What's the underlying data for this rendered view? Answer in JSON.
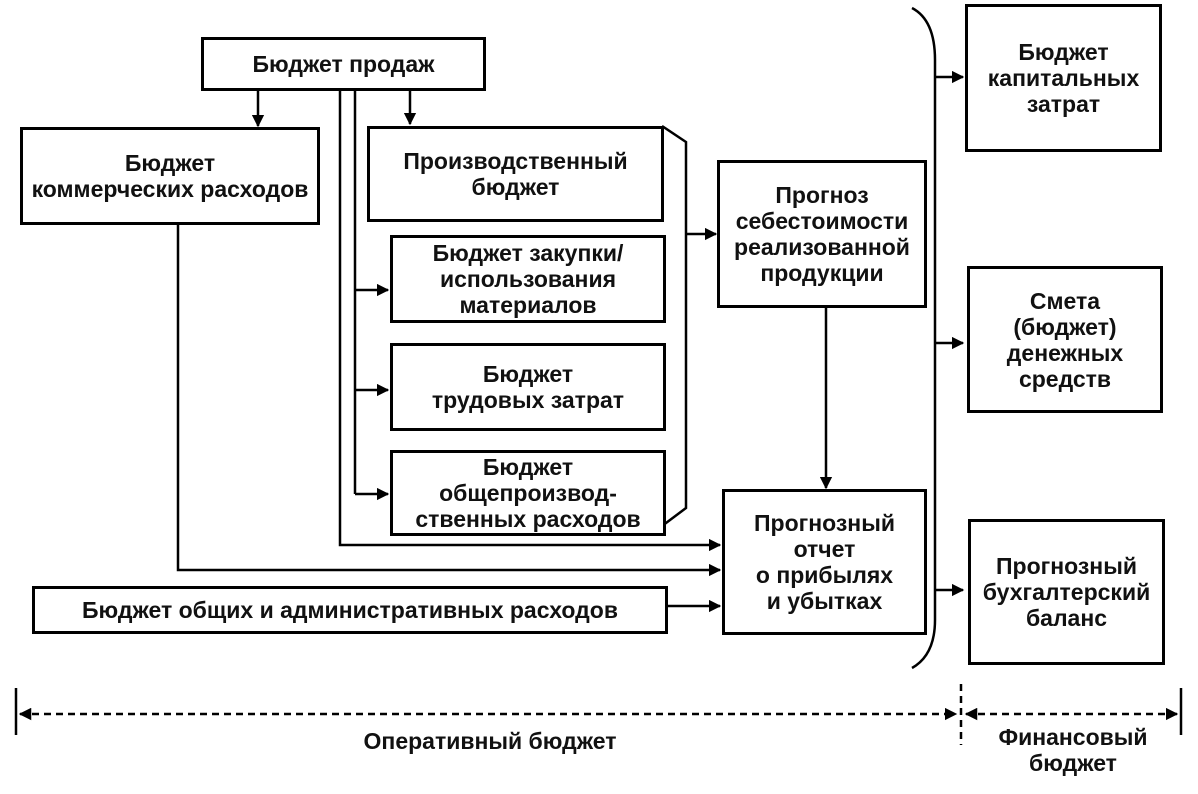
{
  "boxes": {
    "sales": "Бюджет продаж",
    "commercial": "Бюджет\nкоммерческих расходов",
    "production": "Производственный\nбюджет",
    "materials": "Бюджет закупки/\nиспользования\nматериалов",
    "labor": "Бюджет\nтрудовых затрат",
    "overhead": "Бюджет\nобщепроизвод-\nственных расходов",
    "cogs": "Прогноз\nсебестоимости\nреализованной\nпродукции",
    "pnl": "Прогнозный\nотчет\nо прибылях\nи убытках",
    "admin": "Бюджет общих и административных расходов",
    "capex": "Бюджет\nкапитальных\nзатрат",
    "cash": "Смета\n(бюджет)\nденежных\nсредств",
    "balance": "Прогнозный\nбухгалтерский\nбаланс"
  },
  "scopes": {
    "operational": "Оперативный бюджет",
    "financial": "Финансовый\nбюджет"
  }
}
